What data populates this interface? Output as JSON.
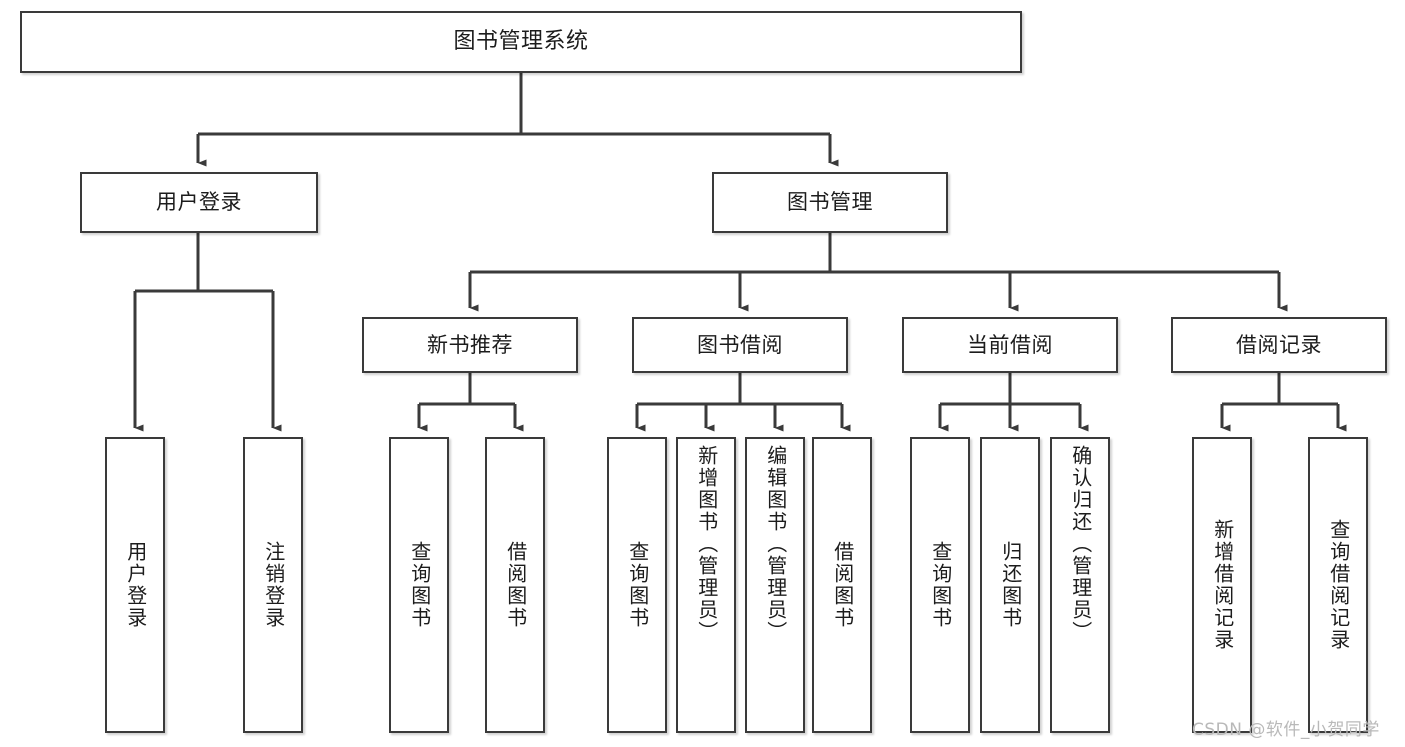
{
  "diagram": {
    "title": "图书管理系统",
    "type": "tree-hierarchy",
    "stroke_color": "#3a3a3a",
    "fill_color": "#ffffff",
    "text_color": "#1c1c1c"
  },
  "nodes": {
    "root": {
      "label": "图书管理系统"
    },
    "level2": [
      {
        "label": "用户登录"
      },
      {
        "label": "图书管理"
      }
    ],
    "level3": [
      {
        "label": "新书推荐"
      },
      {
        "label": "图书借阅"
      },
      {
        "label": "当前借阅"
      },
      {
        "label": "借阅记录"
      }
    ],
    "leaves": {
      "user_login": [
        {
          "label": "用户登录"
        },
        {
          "label": "注销登录"
        }
      ],
      "new_book_recommend": [
        {
          "label": "查询图书"
        },
        {
          "label": "借阅图书"
        }
      ],
      "book_borrow": [
        {
          "label": "查询图书"
        },
        {
          "label": "新增图书（管理员）"
        },
        {
          "label": "编辑图书（管理员）"
        },
        {
          "label": "借阅图书"
        }
      ],
      "current_borrow": [
        {
          "label": "查询图书"
        },
        {
          "label": "归还图书"
        },
        {
          "label": "确认归还（管理员）"
        }
      ],
      "borrow_record": [
        {
          "label": "新增借阅记录"
        },
        {
          "label": "查询借阅记录"
        }
      ]
    }
  },
  "watermark": {
    "text": "CSDN @软件_小贺同学"
  }
}
